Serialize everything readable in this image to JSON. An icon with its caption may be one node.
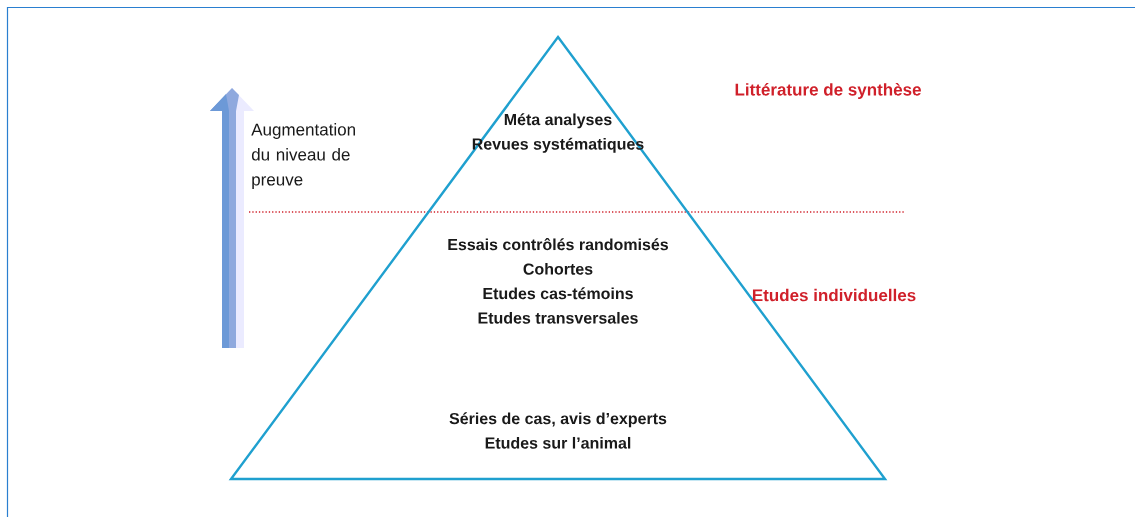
{
  "diagram": {
    "nodes": [
      {
        "text": [
          "Méta analyses",
          "Revues systématiques",
          "Essais contrôlés randomisés",
          "Cohortes",
          "Etudes cas-témoins",
          "Etudes transversales",
          "Séries de cas, avis d’experts",
          "Etudes sur l’animal"
        ]
      }
    ],
    "labels": [
      "Augmentation du niveau de preuve",
      "Littérature de synthèse",
      "Etudes individuelles"
    ]
  }
}
